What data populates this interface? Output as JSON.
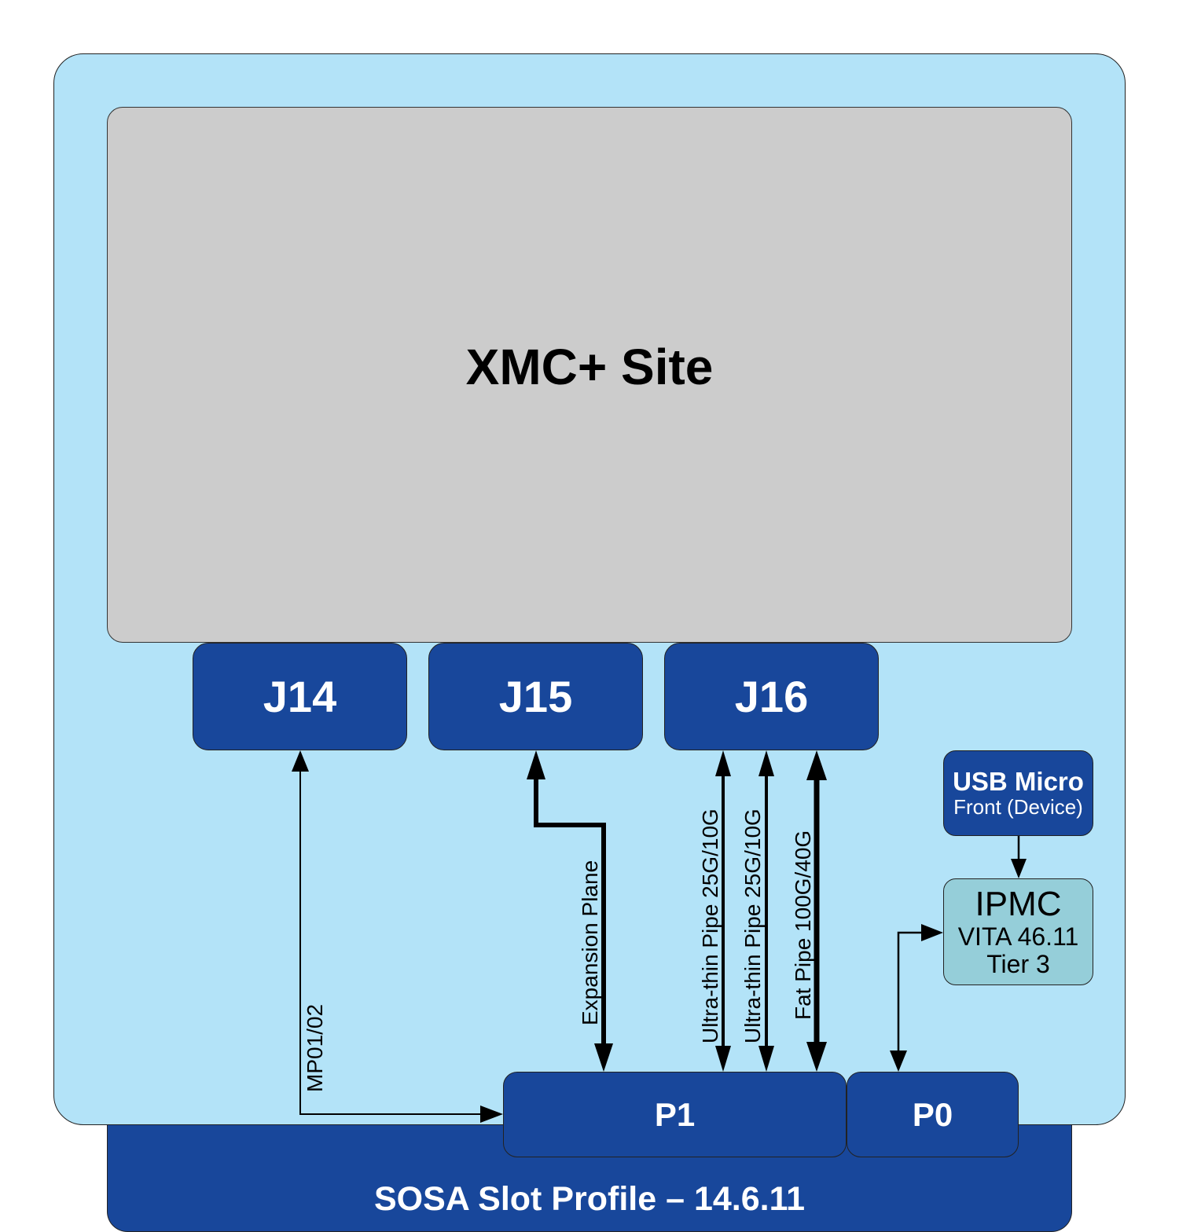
{
  "blocks": {
    "xmc_site": "XMC+ Site",
    "j14": "J14",
    "j15": "J15",
    "j16": "J16",
    "p1": "P1",
    "p0": "P0",
    "usb_title": "USB Micro",
    "usb_sub": "Front (Device)",
    "ipmc_title": "IPMC",
    "ipmc_line1": "VITA 46.11",
    "ipmc_line2": "Tier 3",
    "profile": "SOSA Slot Profile – 14.6.11"
  },
  "links": {
    "mp": "MP01/02",
    "expansion": "Expansion Plane",
    "ultra1": "Ultra-thin Pipe 25G/10G",
    "ultra2": "Ultra-thin Pipe 25G/10G",
    "fat": "Fat Pipe 100G/40G"
  },
  "colors": {
    "board": "#b3e3f8",
    "connector": "#18479b",
    "xmc_site": "#cccccc",
    "ipmc": "#95ced9"
  }
}
